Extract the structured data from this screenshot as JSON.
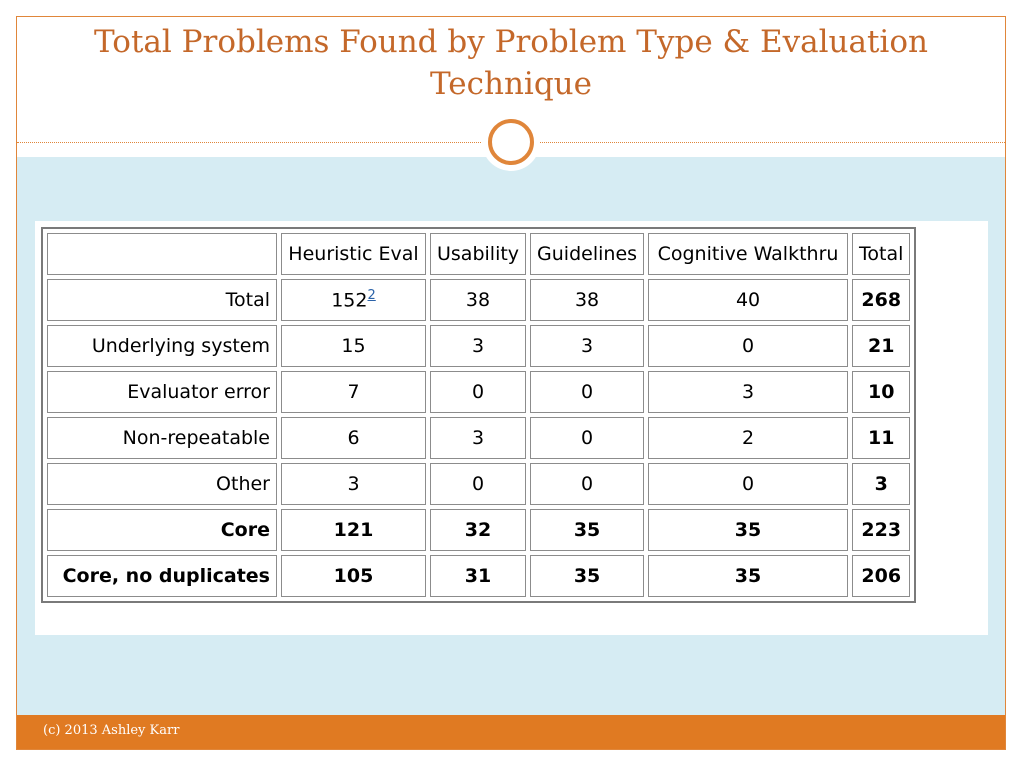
{
  "slide": {
    "title_line1": "Total Problems Found by Problem Type & Evaluation",
    "title_line2": "Technique",
    "footer": "(c) 2013 Ashley Karr"
  },
  "colors": {
    "accent": "#e07a22",
    "title": "#c4682a",
    "content_bg": "#d6ecf3"
  },
  "table": {
    "headers": [
      "",
      "Heuristic Eval",
      "Usability",
      "Guidelines",
      "Cognitive Walkthru",
      "Total"
    ],
    "footnote": "2",
    "rows": [
      {
        "label": "Total",
        "values": [
          "152",
          "38",
          "38",
          "40",
          "268"
        ]
      },
      {
        "label": "Underlying system",
        "values": [
          "15",
          "3",
          "3",
          "0",
          "21"
        ]
      },
      {
        "label": "Evaluator error",
        "values": [
          "7",
          "0",
          "0",
          "3",
          "10"
        ]
      },
      {
        "label": "Non-repeatable",
        "values": [
          "6",
          "3",
          "0",
          "2",
          "11"
        ]
      },
      {
        "label": "Other",
        "values": [
          "3",
          "0",
          "0",
          "0",
          "3"
        ]
      },
      {
        "label": "Core",
        "values": [
          "121",
          "32",
          "35",
          "35",
          "223"
        ]
      },
      {
        "label": "Core, no duplicates",
        "values": [
          "105",
          "31",
          "35",
          "35",
          "206"
        ]
      }
    ]
  }
}
